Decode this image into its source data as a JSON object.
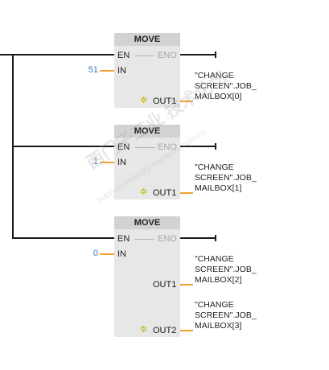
{
  "blocks": [
    {
      "title": "MOVE",
      "en": "EN",
      "eno": "ENO",
      "in_label": "IN",
      "in_value": "51",
      "outputs": [
        {
          "label": "OUT1",
          "star": "✲",
          "operand": [
            "\"CHANGE",
            "SCREEN\".JOB_",
            "MAILBOX[0]"
          ]
        }
      ]
    },
    {
      "title": "MOVE",
      "en": "EN",
      "eno": "ENO",
      "in_label": "IN",
      "in_value": "1",
      "outputs": [
        {
          "label": "OUT1",
          "star": "✲",
          "operand": [
            "\"CHANGE",
            "SCREEN\".JOB_",
            "MAILBOX[1]"
          ]
        }
      ]
    },
    {
      "title": "MOVE",
      "en": "EN",
      "eno": "ENO",
      "in_label": "IN",
      "in_value": "0",
      "outputs": [
        {
          "label": "OUT1",
          "star": "",
          "operand": [
            "\"CHANGE",
            "SCREEN\".JOB_",
            "MAILBOX[2]"
          ]
        },
        {
          "label": "OUT2",
          "star": "✲",
          "operand": [
            "\"CHANGE",
            "SCREEN\".JOB_",
            "MAILBOX[3]"
          ]
        }
      ]
    }
  ],
  "colors": {
    "wire": "#1a1a1a",
    "output_wire": "#f0a030",
    "block_body": "#e7e7e7",
    "block_header": "#d2d2d2",
    "constant_value": "#3a78c0",
    "disabled_pin": "#a8a8a8"
  },
  "watermark": {
    "main": "西门子工业 技术论坛",
    "sub": "support.industry.siemens.com/cs"
  }
}
